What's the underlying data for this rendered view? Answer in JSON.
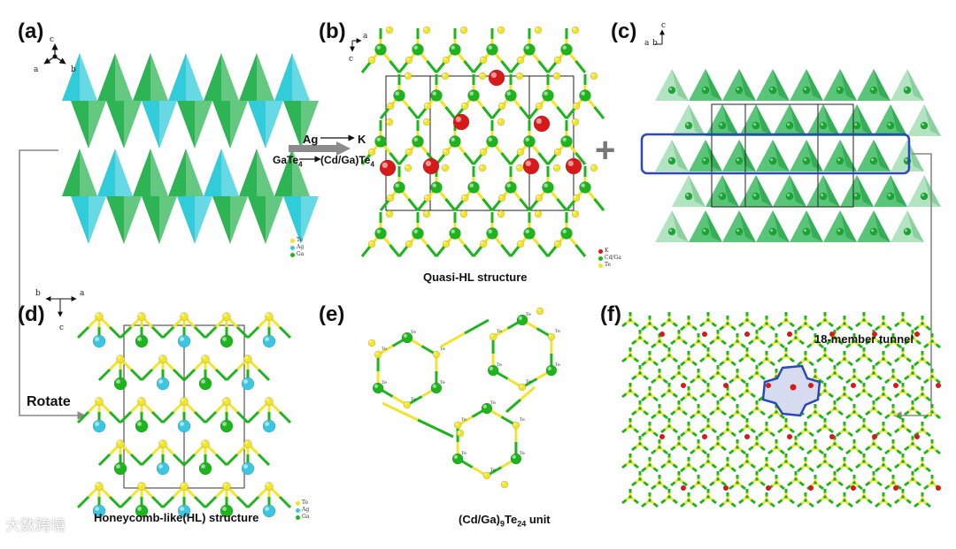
{
  "panels": {
    "a": {
      "label": "(a)",
      "legend": [
        "Te",
        "Ag",
        "Ga"
      ],
      "axes": [
        "c",
        "a",
        "b"
      ]
    },
    "b": {
      "label": "(b)",
      "caption": "Quasi-HL structure",
      "legend": [
        "K",
        "Cd/Ga",
        "Te"
      ],
      "axes": [
        "a",
        "c"
      ]
    },
    "c": {
      "label": "(c)",
      "axes": [
        "c",
        "a",
        "b"
      ]
    },
    "d": {
      "label": "(d)",
      "caption": "Honeycomb-like(HL) structure",
      "legend": [
        "Te",
        "Ag",
        "Ga"
      ],
      "axes": [
        "b",
        "a",
        "c"
      ]
    },
    "e": {
      "label": "(e)",
      "caption_main": "(Cd/Ga)",
      "caption_sub1": "9",
      "caption_mid": "Te",
      "caption_sub2": "24",
      "caption_end": " unit",
      "atom_label": "Te"
    },
    "f": {
      "label": "(f)",
      "annotation": "18-member tunnel"
    }
  },
  "arrows": {
    "substitution_top_left": "Ag",
    "substitution_top_right": "K",
    "substitution_bottom_left": "GaTe",
    "substitution_bottom_left_sub": "4",
    "substitution_bottom_right": "(Cd/Ga)Te",
    "substitution_bottom_right_sub": "4",
    "rotate": "Rotate",
    "plus": "+"
  },
  "colors": {
    "te": "#f2e32b",
    "ag": "#3cc6e0",
    "ga": "#1db41d",
    "k": "#d61a1a",
    "tetra_green": "#22b14c",
    "tetra_cyan": "#25c9d8",
    "outline_blue": "#2a48b8",
    "tunnel_fill": "#d7dbf0"
  },
  "watermark": "大数跨境"
}
